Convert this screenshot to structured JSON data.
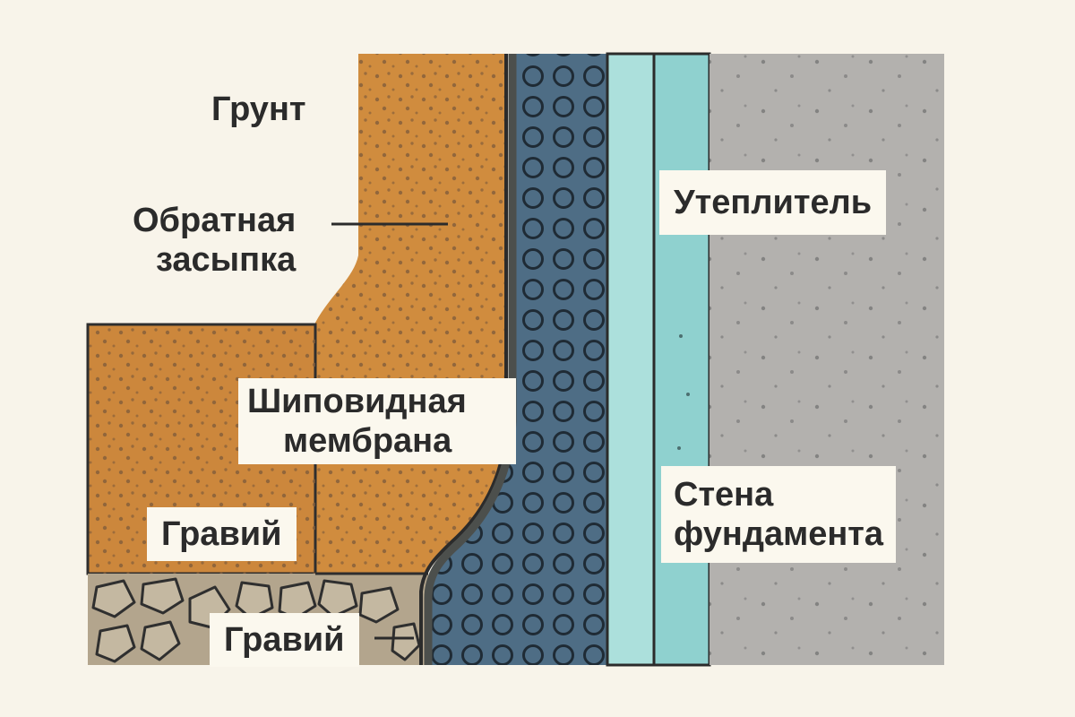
{
  "diagram": {
    "labels": {
      "soil": "Грунт",
      "backfill_line1": "Обратная",
      "backfill_line2": "засыпка",
      "membrane_line1": "Шиповидная",
      "membrane_line2": "мембрана",
      "gravel_upper": "Гравий",
      "gravel_lower": "Гравий",
      "insulation": "Утеплитель",
      "wall_line1": "Стена",
      "wall_line2": "фундамента"
    },
    "colors": {
      "background": "#f8f4ea",
      "backfill": "#d08c3e",
      "soil_block": "#cc873c",
      "gravel_bed": "#b3a58d",
      "membrane_edge": "#4c4f4c",
      "membrane_dimples": "#4e6d85",
      "insulation_outer": "#ace0dc",
      "insulation_inner": "#8fd1cf",
      "wall": "#b3b1ae",
      "text": "#2b2b2b"
    },
    "layers": [
      "backfill",
      "soil_block",
      "gravel_bed",
      "membrane",
      "insulation",
      "foundation_wall"
    ]
  }
}
